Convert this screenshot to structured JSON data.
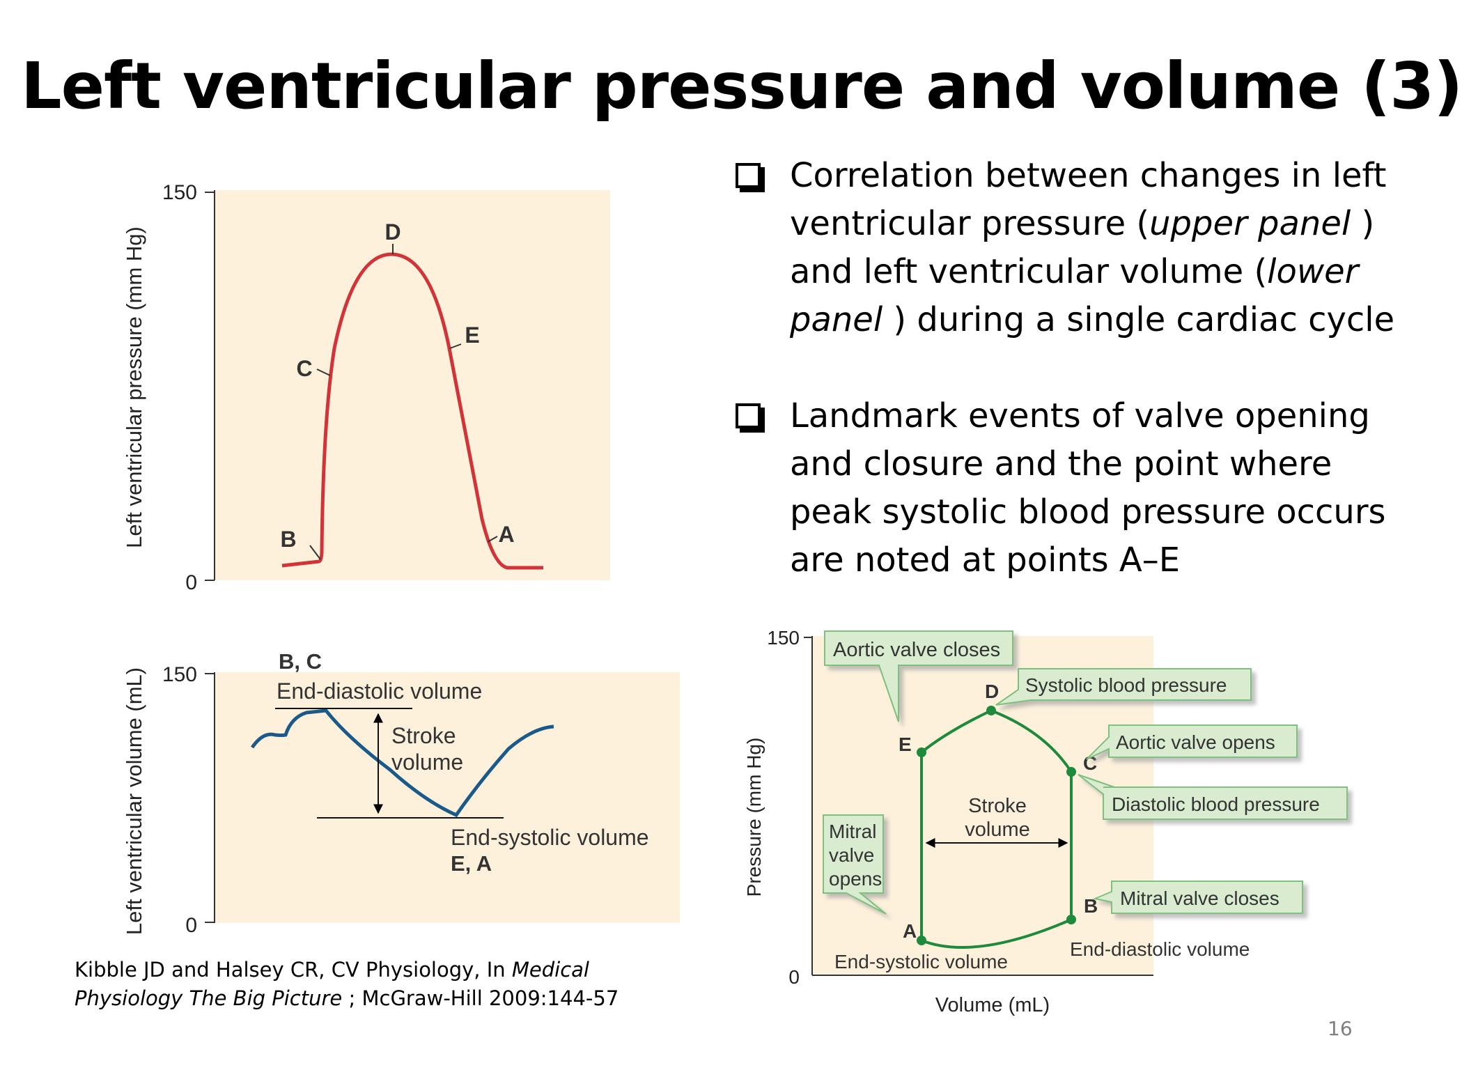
{
  "slide": {
    "title": "Left ventricular pressure and volume (3)",
    "page_number": "16"
  },
  "bullets": [
    {
      "p1": "Correlation between changes in left ventricular pressure (",
      "i1": "upper panel",
      "p2": " ) and left ventricular volume (",
      "i2": "lower panel",
      "p3": " ) during a single cardiac cycle"
    },
    {
      "text": "Landmark events of valve opening and closure and the point where peak systolic blood pressure occurs are noted at points A–E"
    }
  ],
  "citation": {
    "p1": "Kibble JD and Halsey CR, CV Physiology, In ",
    "i1": "Medical Physiology The Big Picture",
    "p2": " ; McGraw-Hill 2009:144-57"
  },
  "pressure_panel": {
    "ylabel": "Left ventricular pressure (mm Hg)",
    "tick_top": "150",
    "tick_bottom": "0",
    "points": {
      "A": "A",
      "B": "B",
      "C": "C",
      "D": "D",
      "E": "E"
    },
    "curve_color": "#d13438"
  },
  "volume_panel": {
    "ylabel": "Left ventricular volume (mL)",
    "tick_top": "150",
    "tick_bottom": "0",
    "bc_label": "B, C",
    "edv_label": "End-diastolic volume",
    "stroke_line1": "Stroke",
    "stroke_line2": "volume",
    "esv_label": "End-systolic volume",
    "ea_label": "E, A",
    "curve_color": "#1a5a8a"
  },
  "loop_panel": {
    "ylabel": "Pressure (mm Hg)",
    "xlabel": "Volume (mL)",
    "tick_top": "150",
    "tick_bottom": "0",
    "points": {
      "A": "A",
      "B": "B",
      "C": "C",
      "D": "D",
      "E": "E"
    },
    "callouts": {
      "aortic_closes": "Aortic valve closes",
      "systolic_bp": "Systolic blood pressure",
      "aortic_opens": "Aortic valve opens",
      "diastolic_bp": "Diastolic blood pressure",
      "mitral_opens_1": "Mitral",
      "mitral_opens_2": "valve",
      "mitral_opens_3": "opens",
      "mitral_closes": "Mitral valve closes"
    },
    "stroke_line1": "Stroke",
    "stroke_line2": "volume",
    "esv_label": "End-systolic volume",
    "edv_label": "End-diastolic volume",
    "loop_color": "#1e8a3c",
    "callout_fill": "#d9ecd0"
  },
  "colors": {
    "panel_bg": "#fdf1dc"
  }
}
